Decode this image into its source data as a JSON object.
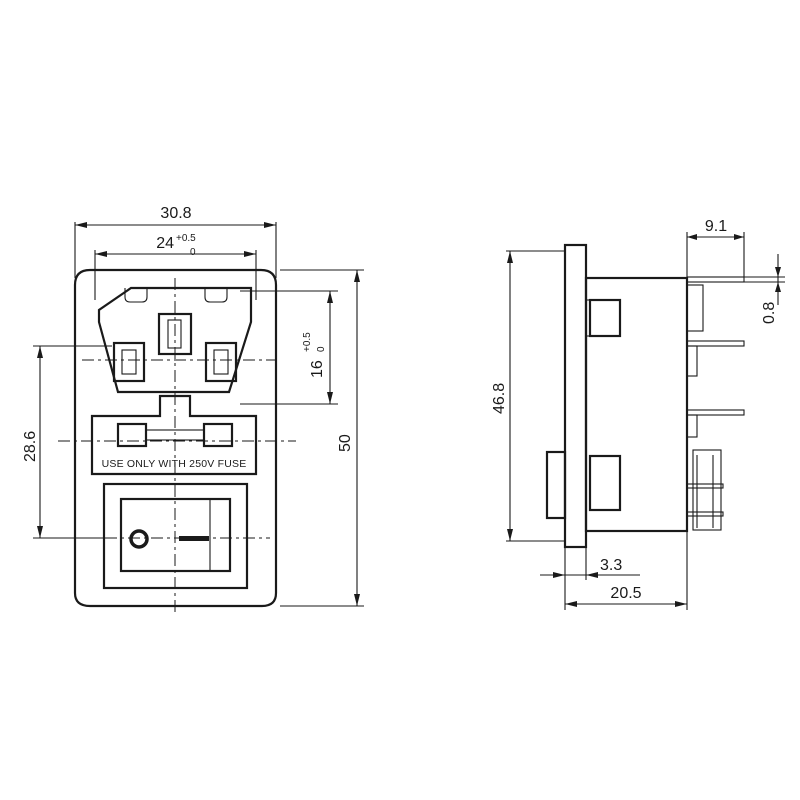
{
  "front_view": {
    "dim_width": "30.8",
    "dim_inlet_width": "24",
    "dim_inlet_width_tol_upper": "+0.5",
    "dim_inlet_width_tol_lower": "0",
    "dim_inlet_height": "16",
    "dim_inlet_height_tol_upper": "+0.5",
    "dim_inlet_height_tol_lower": "0",
    "dim_pitch": "28.6",
    "dim_height": "50",
    "fuse_label": "USE ONLY WITH 250V FUSE"
  },
  "side_view": {
    "dim_pin_length": "9.1",
    "dim_pin_thickness": "0.8",
    "dim_body_height": "46.8",
    "dim_flange": "3.3",
    "dim_depth": "20.5"
  }
}
